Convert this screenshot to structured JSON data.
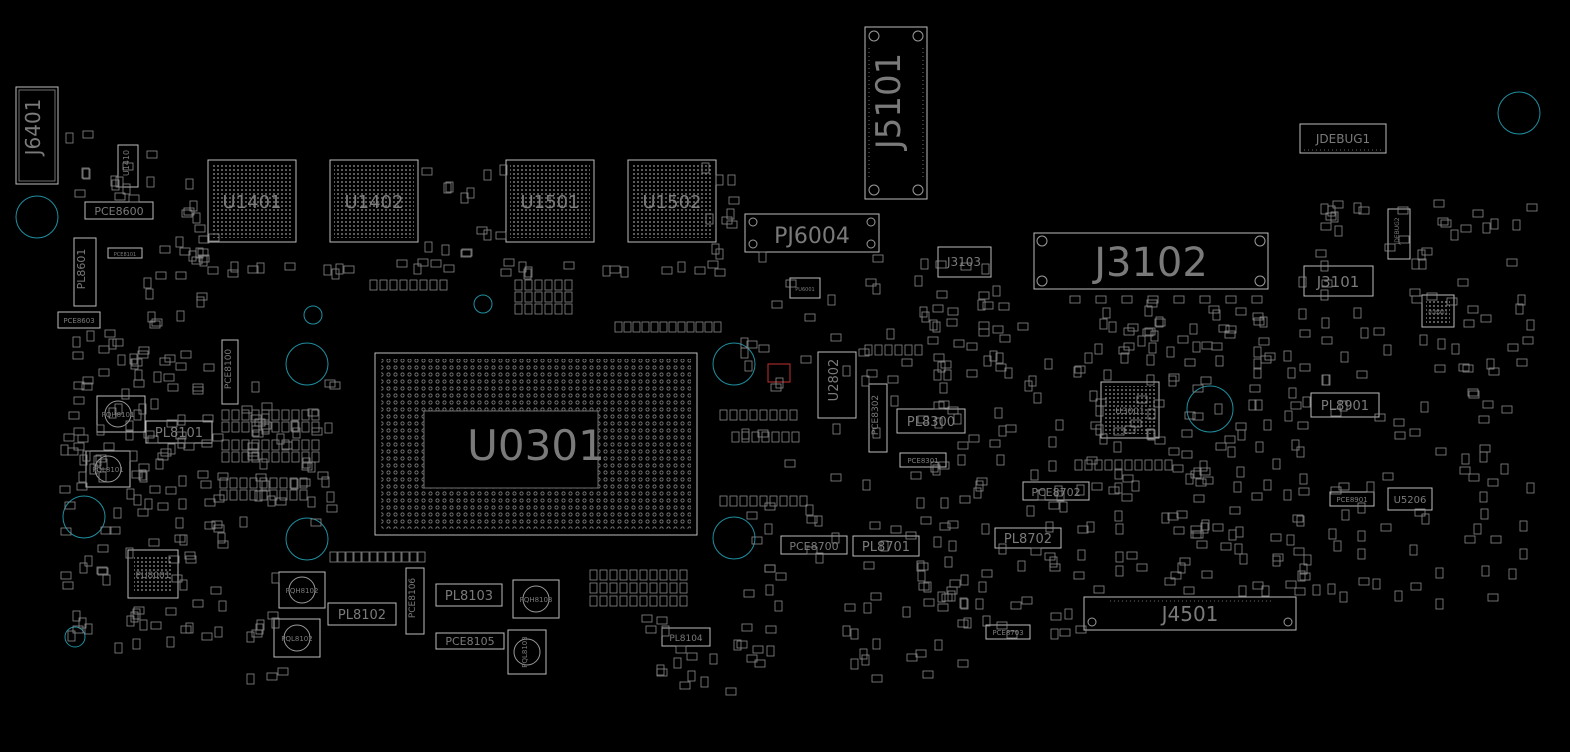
{
  "labels": {
    "J6401": "J6401",
    "U1410": "U1410",
    "PCE8600": "PCE8600",
    "PL8601": "PL8601",
    "PL8603": "PCE8603",
    "U1401": "U1401",
    "U1402": "U1402",
    "U1501": "U1501",
    "U1502": "U1502",
    "J5101": "J5101",
    "PJ6004": "PJ6004",
    "JDEBUG1": "JDEBUG1",
    "J3103": "J3103",
    "J3102": "J3102",
    "J3101": "J3101",
    "U0301": "U0301",
    "U2802": "U2802",
    "PCE8302": "PCE8302",
    "PL8300": "PL8300",
    "PCE8301": "PCE8301",
    "U3001": "U3001",
    "PL8901": "PL8901",
    "PQH8101": "PQH8101",
    "PL8101": "PL8101",
    "PQL8101": "PQL8101",
    "PU8001": "PU8001",
    "PCE8100": "PCE8100",
    "PQH8102": "PQH8102",
    "PL8102": "PL8102",
    "PQL8102": "PQL8102",
    "PCE8106": "PCE8106",
    "PL8103": "PL8103",
    "PQH8103": "PQH8103",
    "PCE8105": "PCE8105",
    "PQL8103": "PQL8103",
    "PL8104": "PL8104",
    "PCE8700": "PCE8700",
    "PL8701": "PL8701",
    "PCE8702": "PCE8702",
    "PL8702": "PL8702",
    "PCE8703": "PCE8703",
    "J4501": "J4501",
    "PCE8901": "PCE8901",
    "U5206": "U5206",
    "JDEBUG2": "JDEBUG2",
    "PU8901": "PU8901",
    "PCE8101": "PCE8101",
    "PU6001": "PU6001"
  },
  "colors": {
    "background": "#000000",
    "outline": "#bdbdbd",
    "label": "#7a7a7a",
    "mounting_hole": "#1f8fa0",
    "highlight": "#c03030"
  },
  "icons": {
    "mounting_hole": "mounting-hole-icon",
    "bga": "bga-grid-icon"
  }
}
